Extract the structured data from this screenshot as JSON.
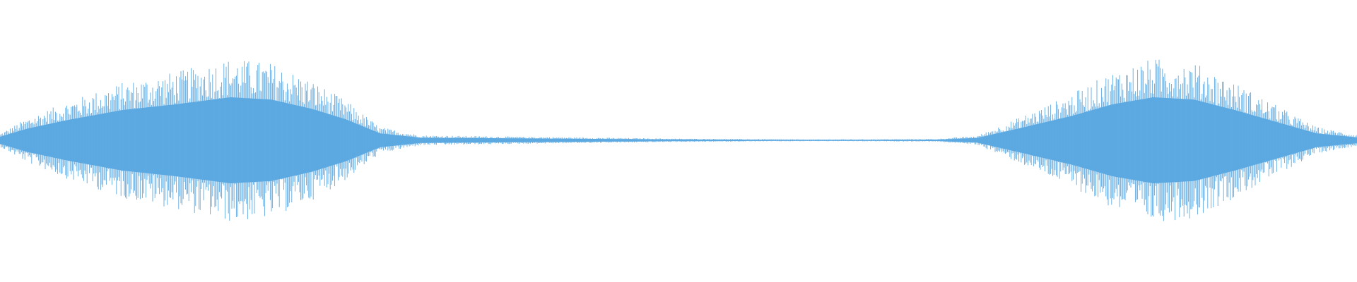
{
  "waveform": {
    "color": "#5DA9E1",
    "background": "#FFFFFF",
    "envelope": [
      {
        "t": 0.0,
        "amp": 0.06
      },
      {
        "t": 0.02,
        "amp": 0.2
      },
      {
        "t": 0.05,
        "amp": 0.35
      },
      {
        "t": 0.09,
        "amp": 0.52
      },
      {
        "t": 0.13,
        "amp": 0.62
      },
      {
        "t": 0.17,
        "amp": 0.74
      },
      {
        "t": 0.2,
        "amp": 0.7
      },
      {
        "t": 0.23,
        "amp": 0.54
      },
      {
        "t": 0.255,
        "amp": 0.36
      },
      {
        "t": 0.28,
        "amp": 0.12
      },
      {
        "t": 0.31,
        "amp": 0.045
      },
      {
        "t": 0.4,
        "amp": 0.03
      },
      {
        "t": 0.5,
        "amp": 0.015
      },
      {
        "t": 0.6,
        "amp": 0.008
      },
      {
        "t": 0.69,
        "amp": 0.012
      },
      {
        "t": 0.72,
        "amp": 0.04
      },
      {
        "t": 0.75,
        "amp": 0.2
      },
      {
        "t": 0.79,
        "amp": 0.42
      },
      {
        "t": 0.82,
        "amp": 0.62
      },
      {
        "t": 0.85,
        "amp": 0.74
      },
      {
        "t": 0.88,
        "amp": 0.7
      },
      {
        "t": 0.91,
        "amp": 0.52
      },
      {
        "t": 0.94,
        "amp": 0.32
      },
      {
        "t": 0.97,
        "amp": 0.12
      },
      {
        "t": 1.0,
        "amp": 0.05
      }
    ]
  }
}
